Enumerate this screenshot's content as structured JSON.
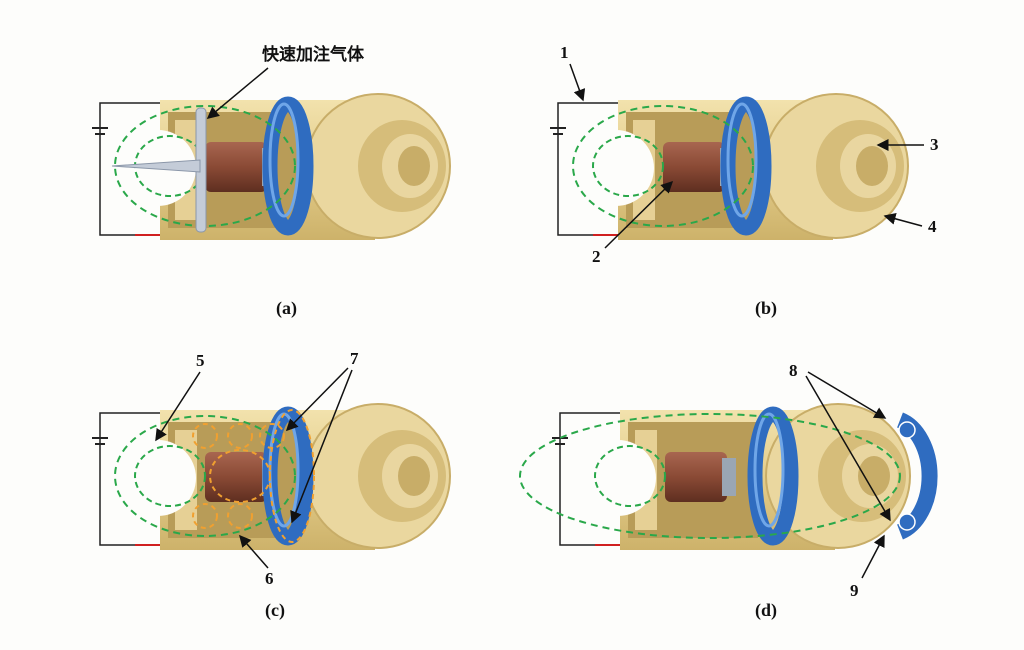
{
  "annotations": {
    "gas_injection": "快速加注气体",
    "n1": "1",
    "n2": "2",
    "n3": "3",
    "n4": "4",
    "n5": "5",
    "n6": "6",
    "n7": "7",
    "n8": "8",
    "n9": "9"
  },
  "captions": {
    "a": "(a)",
    "b": "(b)",
    "c": "(c)",
    "d": "(d)"
  },
  "colors": {
    "gold": "#e6d095",
    "blue_ring": "#2f6cc0",
    "copper": "#8a4a35",
    "field_lines": "#2aa84a",
    "eddy": "#f0a030"
  }
}
